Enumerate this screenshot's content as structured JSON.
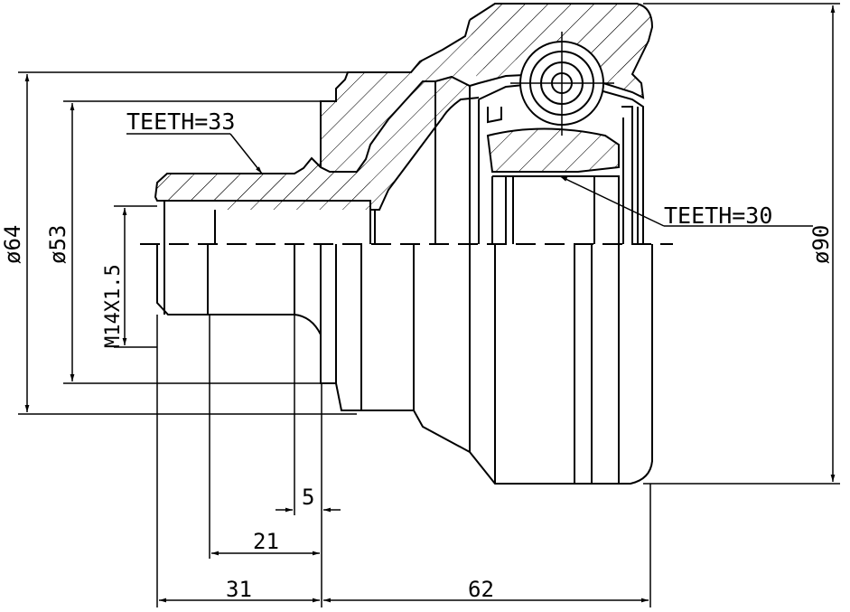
{
  "labels": {
    "teeth_outer": "TEETH=33",
    "teeth_inner": "TEETH=30",
    "diameter_64": "ø64",
    "diameter_53": "ø53",
    "diameter_90": "ø90",
    "thread": "M14X1.5"
  },
  "dimensions": {
    "d5": "5",
    "d21": "21",
    "d31": "31",
    "d62": "62"
  }
}
